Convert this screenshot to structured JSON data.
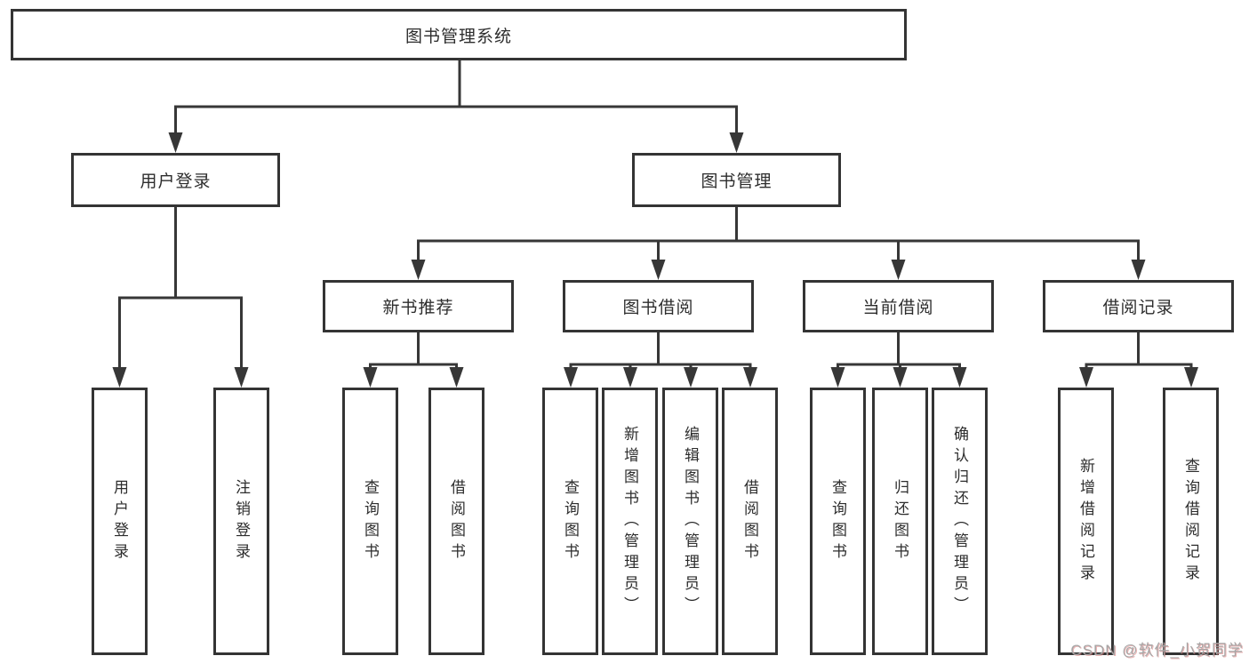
{
  "diagram": {
    "root": {
      "label": "图书管理系统"
    },
    "level2": [
      {
        "id": "user-login",
        "label": "用户登录"
      },
      {
        "id": "book-management",
        "label": "图书管理"
      }
    ],
    "level3": [
      {
        "id": "new-book-recommend",
        "label": "新书推荐"
      },
      {
        "id": "book-borrow",
        "label": "图书借阅"
      },
      {
        "id": "current-borrow",
        "label": "当前借阅"
      },
      {
        "id": "borrow-records",
        "label": "借阅记录"
      }
    ],
    "leaves": {
      "login": [
        "用户登录",
        "注销登录"
      ],
      "newbook": [
        "查询图书",
        "借阅图书"
      ],
      "borrow": [
        "查询图书",
        "新增图书（管理员）",
        "编辑图书（管理员）",
        "借阅图书"
      ],
      "current": [
        "查询图书",
        "归还图书",
        "确认归还（管理员）"
      ],
      "records": [
        "新增借阅记录",
        "查询借阅记录"
      ]
    },
    "watermark": "CSDN @软件_小贺同学",
    "colors": {
      "line": "#373737",
      "box_border": "#343434",
      "text": "#2d2d2d",
      "watermark": "#a6a6a6"
    }
  }
}
